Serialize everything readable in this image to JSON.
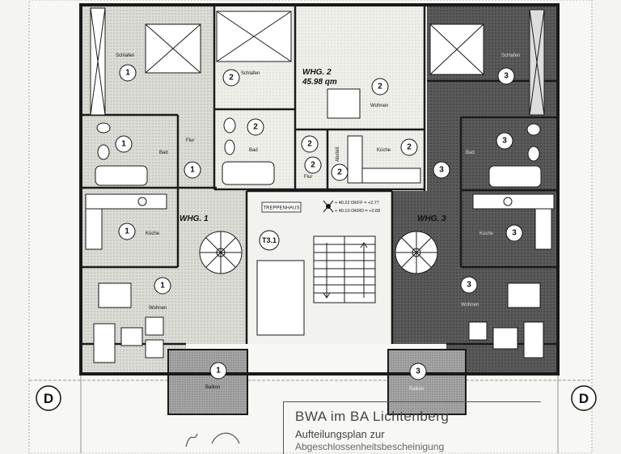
{
  "apartments": {
    "whg1": {
      "label": "WHG. 1",
      "number": "1"
    },
    "whg2": {
      "label": "WHG. 2",
      "area": "45.98 qm",
      "number": "2"
    },
    "whg3": {
      "label": "WHG. 3",
      "number": "3"
    }
  },
  "rooms": {
    "schlafen_1": "Schlafen",
    "bad_1": "Bad",
    "flur_1": "Flur",
    "kueche_1": "Küche",
    "wohnen_1": "Wohnen",
    "balkon_1": "Balkon",
    "schlafen_2": "Schlafen",
    "bad_2": "Bad",
    "flur_2": "Flur",
    "abstell_2": "Abstell.",
    "kueche_2": "Küche",
    "wohnen_2": "Wohnen",
    "schlafen_3": "Schlafen",
    "bad_3": "Bad",
    "kueche_3": "Küche",
    "wohnen_3": "Wohnen",
    "balkon_3": "Balkon"
  },
  "stair": {
    "title": "TREPPENHAUS",
    "id": "T3.1",
    "level_1": "+ 40.22 OKFF = +2.77",
    "level_2": "+ 40.13 OKRD = +2.68"
  },
  "grid_marks": {
    "left": "D",
    "right": "D"
  },
  "stamp": {
    "line1": "BWA im BA Lichtenberg",
    "line2": "Aufteilungsplan zur",
    "line3": "Abgeschlossenheitsbescheinigung"
  },
  "colors": {
    "apt1_fill": "#e2e2dc",
    "apt2_fill": "#f1f1ec",
    "apt3_fill": "#5a5a5a",
    "balcony_fill": "#a6a6a6",
    "wall": "#1a1a1a"
  }
}
